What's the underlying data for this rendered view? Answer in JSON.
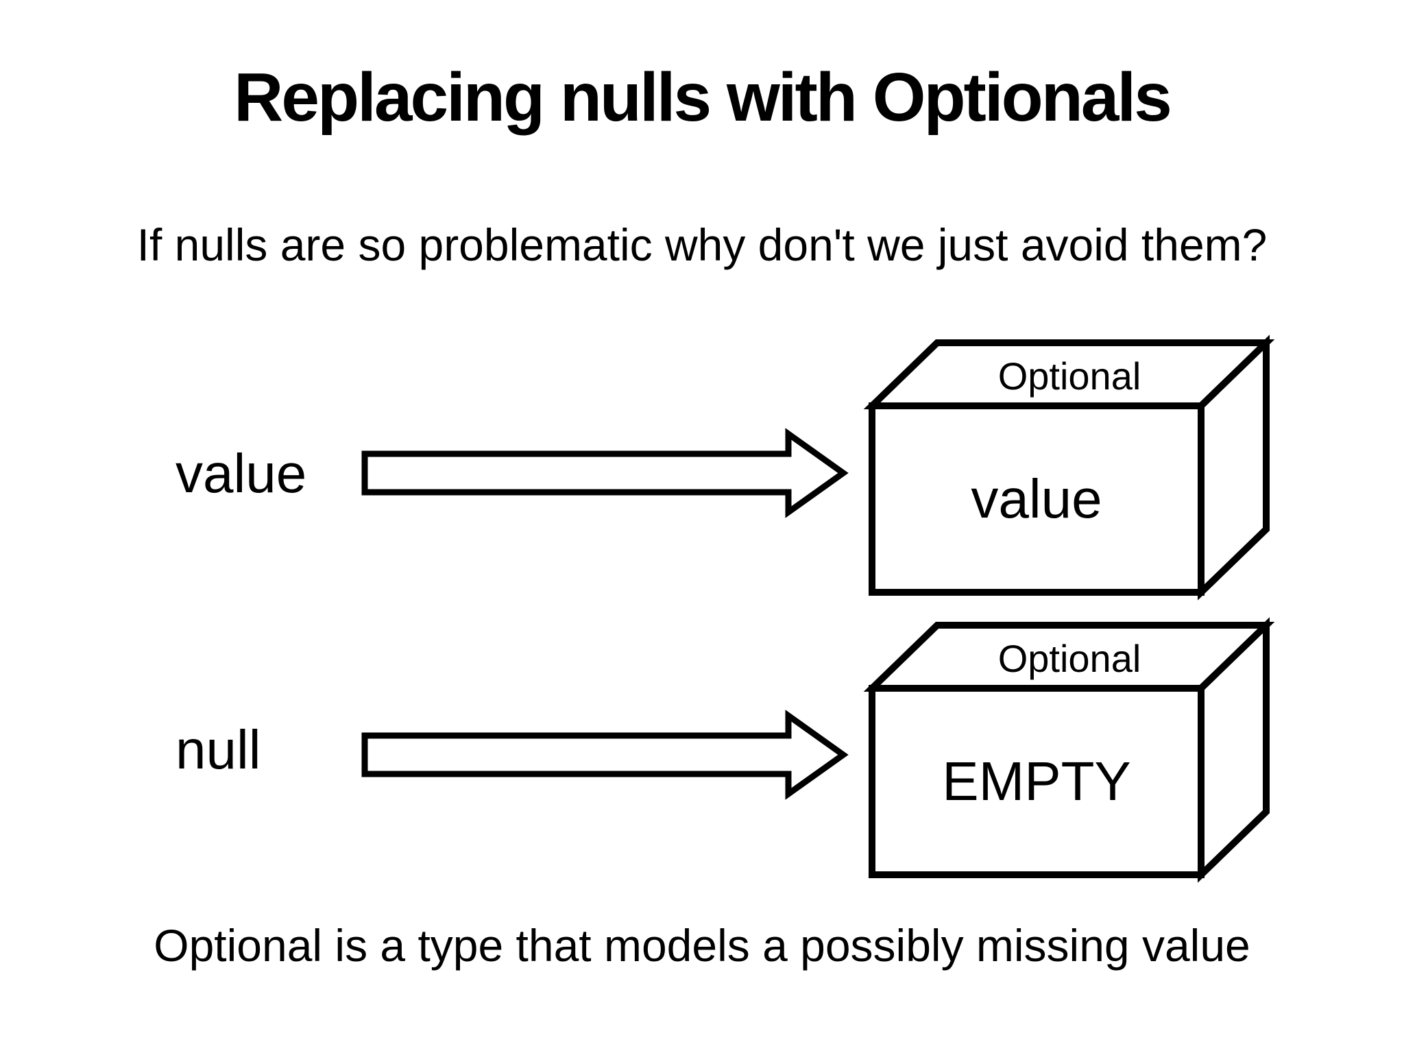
{
  "slide": {
    "title": "Replacing nulls with Optionals",
    "subtitle": "If nulls are so problematic why don't we just avoid them?",
    "footer": "Optional is a type that models a possibly missing value"
  },
  "diagram": {
    "rows": [
      {
        "source_label": "value",
        "box_title": "Optional",
        "box_content": "value"
      },
      {
        "source_label": "null",
        "box_title": "Optional",
        "box_content": "EMPTY"
      }
    ]
  },
  "colors": {
    "background": "#ffffff",
    "ink": "#000000"
  }
}
